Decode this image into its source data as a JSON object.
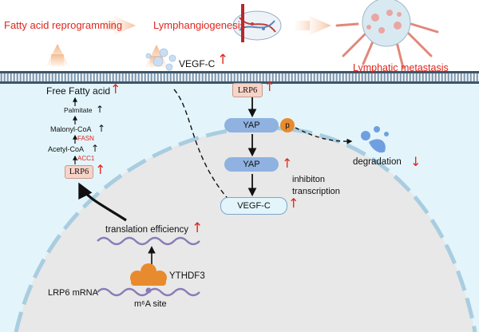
{
  "top": {
    "step1": "Fatty acid reprogramming",
    "step2": "Lymphangiogenesis",
    "step3": "Lymphatic metastasis",
    "secreted": "VEGF-C"
  },
  "lipid": {
    "ffa": "Free Fatty acid",
    "palmitate": "Palmitate",
    "malonyl": "Malonyl-CoA",
    "fasn": "FASN",
    "acetyl": "Acetyl-CoA",
    "acc1": "ACC1",
    "lrp6": "LRP6"
  },
  "pathway": {
    "lrp6": "LRP6",
    "yap1": "YAP",
    "p": "p",
    "yap2": "YAP",
    "vegfc": "VEGF-C",
    "degradation": "degradation",
    "inhibiton": "inhibiton",
    "transcription": "transcription"
  },
  "nucleus": {
    "translation": "translation efficiency",
    "ythdf3": "YTHDF3",
    "mrna": "LRP6 mRNA",
    "m6a": "m⁶A site"
  },
  "colors": {
    "red": "#e0261d",
    "cytoplasm": "#e3f5fb",
    "nucleus": "#e8e8e8",
    "membrane": "#3d5669",
    "yap": "#8fb2e0",
    "lrp6_box": "#f7d3c8",
    "mrna": "#8a7cb6",
    "ythdf3": "#e88b2e"
  }
}
